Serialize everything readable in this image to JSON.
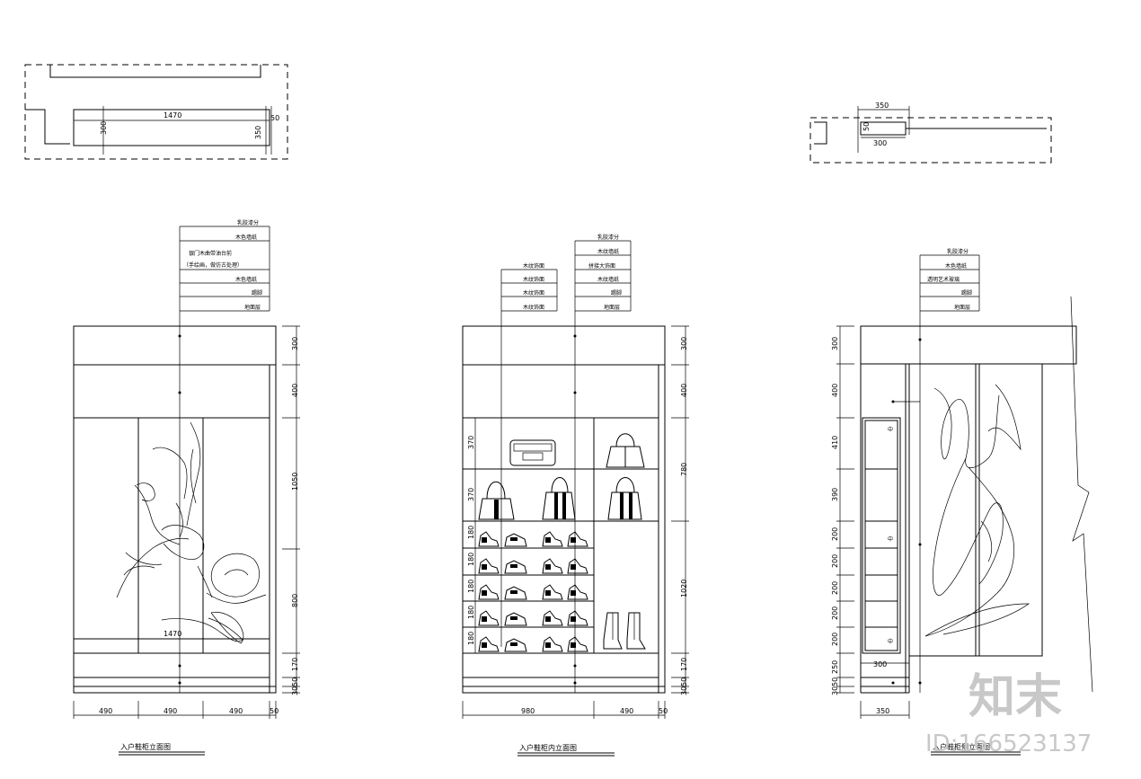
{
  "plans": {
    "left": {
      "dim_width": "1470",
      "dim_depth_a": "300",
      "dim_depth_b": "350",
      "dim_small": "50"
    },
    "right": {
      "dim_top": "350",
      "dim_bottom": "300",
      "dim_small": "50"
    }
  },
  "elevation_1": {
    "title": "入户鞋柜立面图",
    "notes": [
      "乳胶漆分",
      "木色墙纸",
      "银门木曲带油台前",
      "（手绘画，做仿古处理）",
      "木色墙纸",
      "踢脚",
      "地面层"
    ],
    "vertical_dims": [
      "300",
      "400",
      "1050",
      "800",
      "170",
      "50",
      "30"
    ],
    "horizontal_dims": [
      "490",
      "490",
      "490",
      "50"
    ],
    "inner_dim": "1470"
  },
  "elevation_2": {
    "title": "入户鞋柜内立面图",
    "notes_left": [
      "木纹饰面",
      "木纹饰面",
      "木纹饰面",
      "木纹饰面"
    ],
    "notes_right": [
      "乳胶漆分",
      "木纹墙纸",
      "拼接大饰面",
      "木纹墙纸",
      "踢脚",
      "地面层"
    ],
    "vertical_dims_right": [
      "300",
      "400",
      "780",
      "1020",
      "170",
      "50",
      "30"
    ],
    "shelf_dims": [
      "370",
      "370",
      "180",
      "180",
      "180",
      "180",
      "180"
    ],
    "horizontal_dims": [
      "980",
      "490",
      "50"
    ]
  },
  "elevation_3": {
    "title": "入户鞋柜侧立面图",
    "notes": [
      "乳胶漆分",
      "木色墙纸",
      "透明艺术玻璃",
      "踢脚",
      "地面层"
    ],
    "vertical_dims": [
      "300",
      "400",
      "410",
      "390",
      "200",
      "200",
      "200",
      "200",
      "200",
      "250",
      "50",
      "30"
    ],
    "inner_dim": "300",
    "horizontal_dims": [
      "350"
    ]
  },
  "watermark": {
    "logo": "知末",
    "id": "ID:166523137"
  }
}
